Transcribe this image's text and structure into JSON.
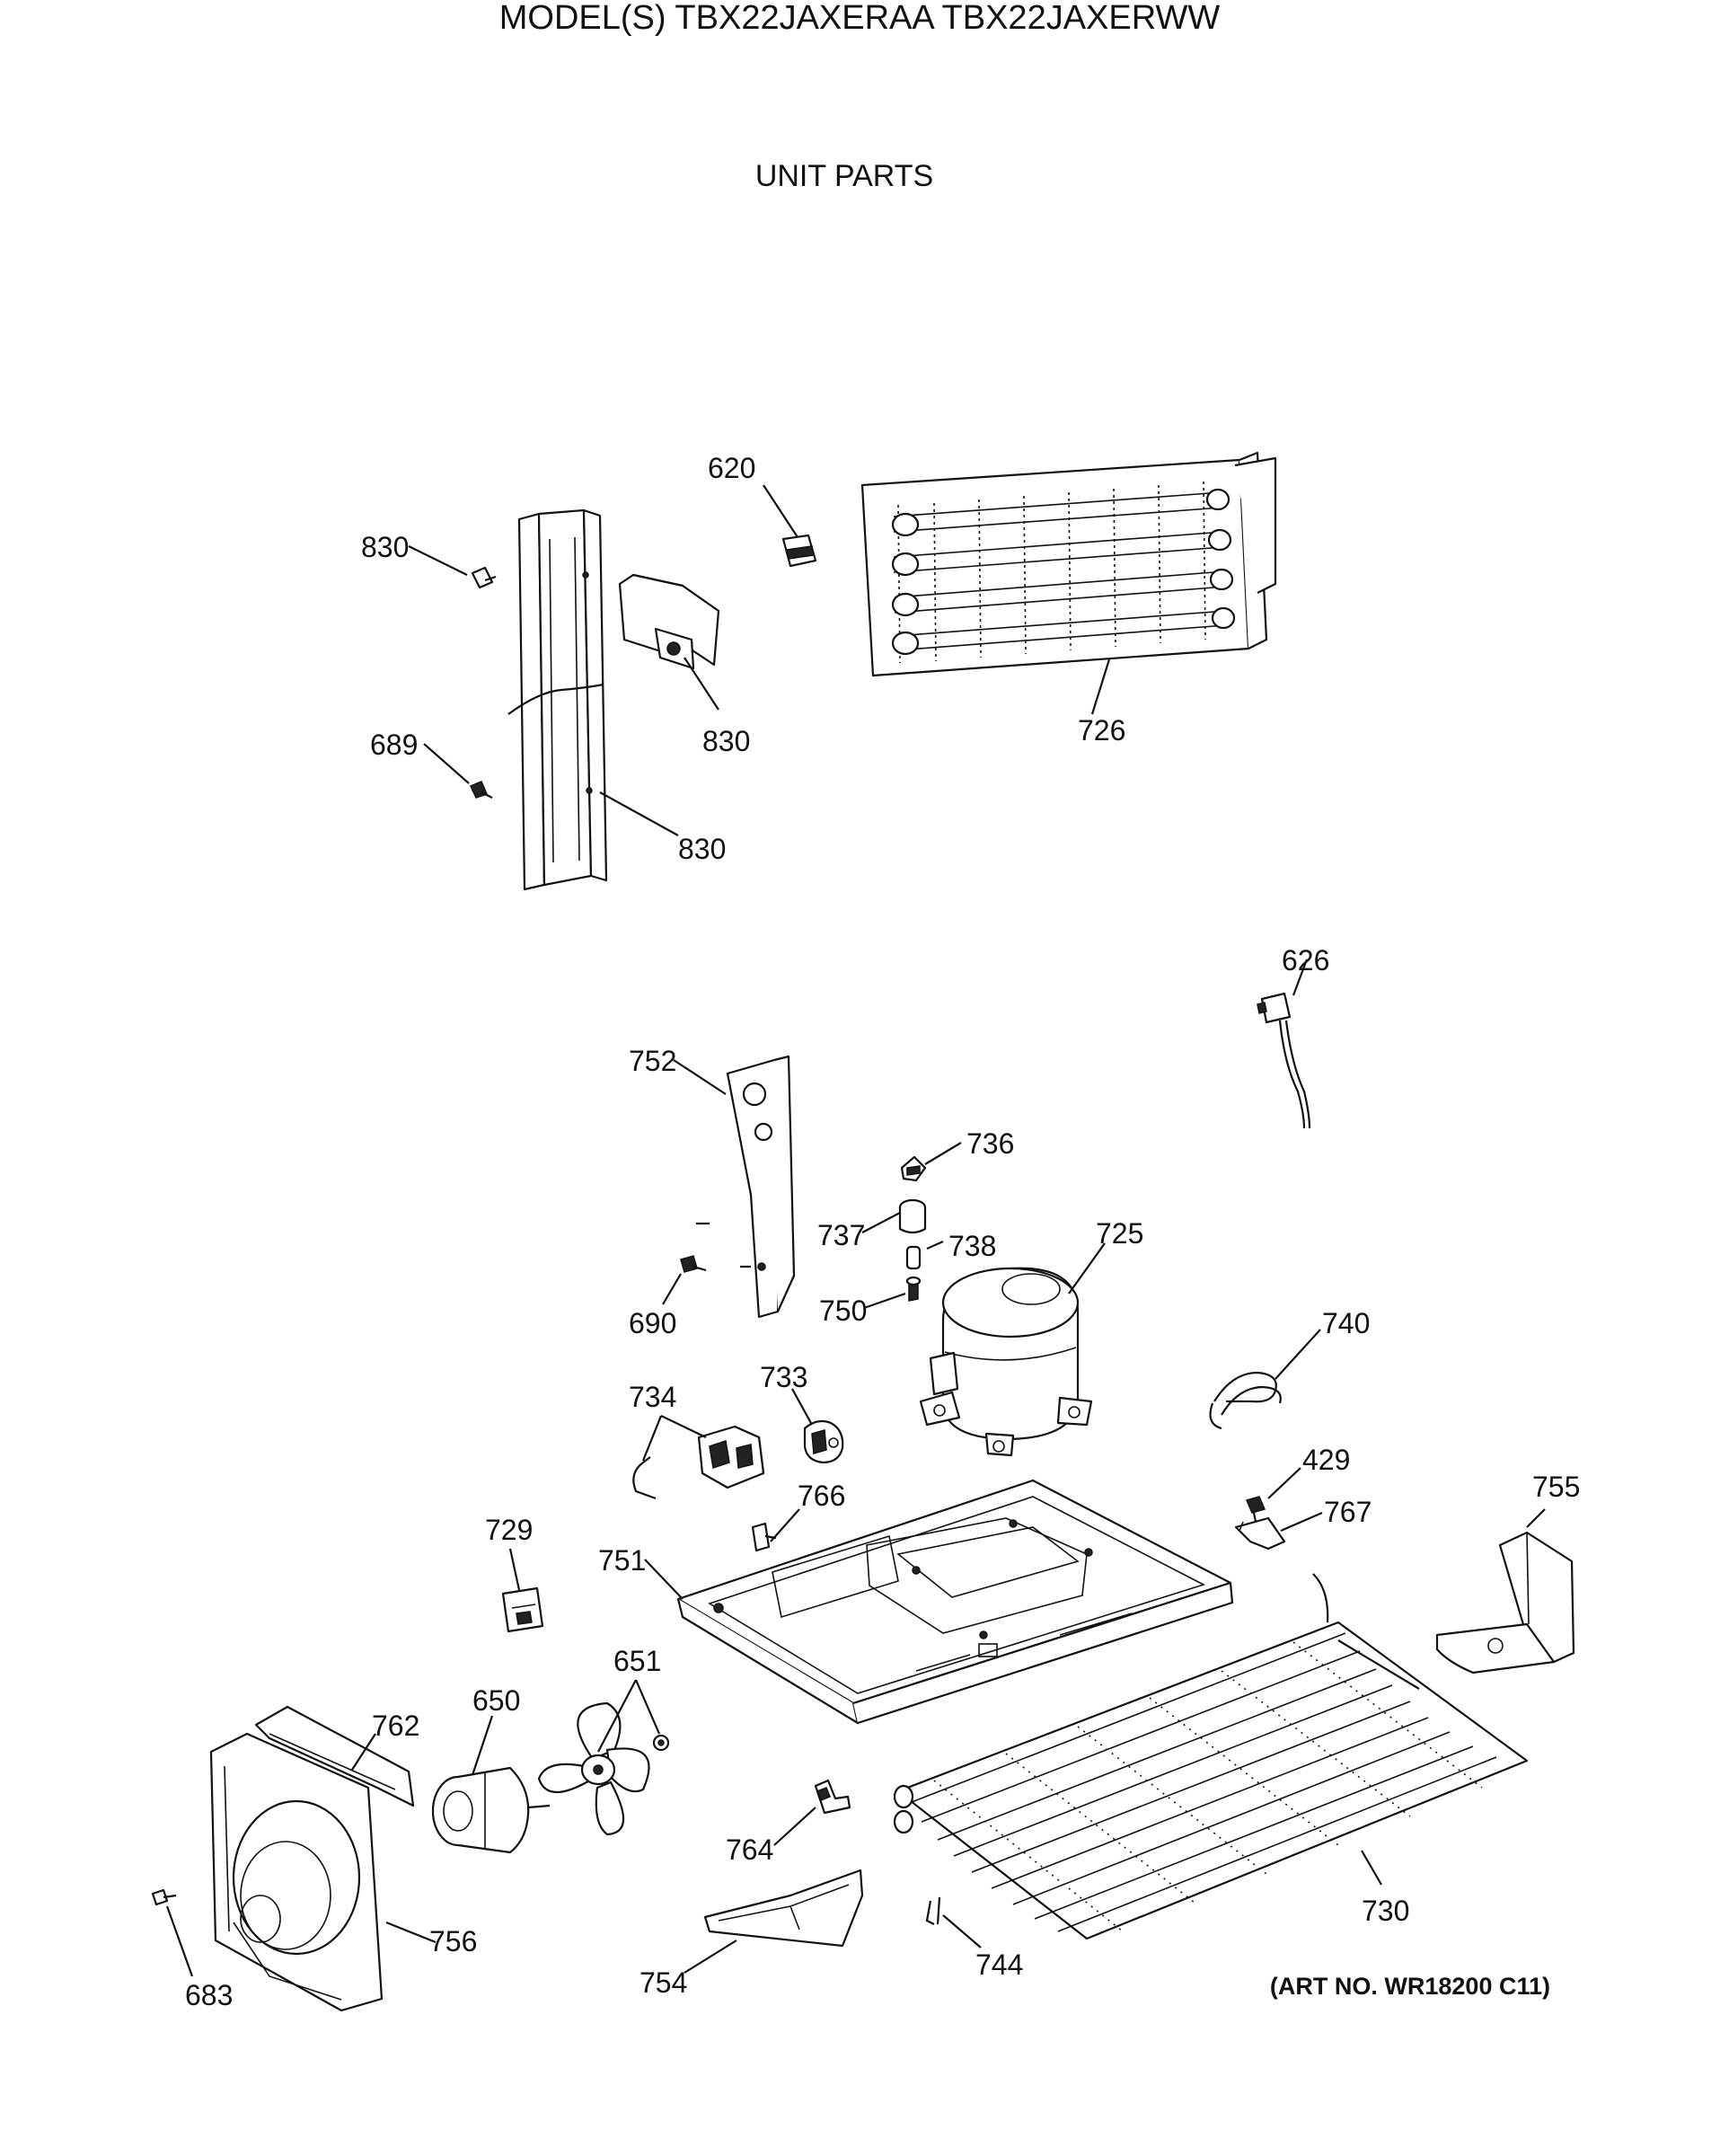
{
  "header": {
    "model_line": "MODEL(S) TBX22JAXERAA  TBX22JAXERWW",
    "section_title": "UNIT PARTS"
  },
  "footer": {
    "art_number": "(ART NO. WR18200 C11)"
  },
  "callouts": {
    "c830a": "830",
    "c830b": "830",
    "c830c": "830",
    "c689": "689",
    "c620": "620",
    "c726": "726",
    "c626": "626",
    "c752": "752",
    "c736": "736",
    "c737": "737",
    "c738": "738",
    "c725": "725",
    "c750": "750",
    "c690": "690",
    "c740": "740",
    "c734": "734",
    "c733": "733",
    "c429": "429",
    "c755": "755",
    "c766": "766",
    "c767": "767",
    "c729": "729",
    "c751": "751",
    "c651": "651",
    "c762": "762",
    "c650": "650",
    "c764": "764",
    "c730": "730",
    "c756": "756",
    "c683": "683",
    "c754": "754",
    "c744": "744"
  }
}
